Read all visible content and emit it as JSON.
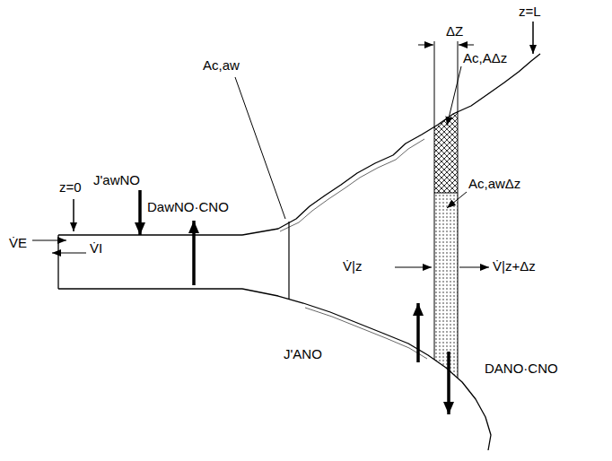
{
  "diagram": {
    "labels": [
      "z=L",
      "ΔZ",
      "Ac,aw",
      "Ac,AΔz",
      "Ac,awΔz",
      "z=0",
      "J'awNO",
      "DawNO·CNO",
      "V̇E",
      "V̇I",
      "V̇|z",
      "V̇|z+Δz",
      "J'ANO",
      "DANO·CNO"
    ]
  }
}
